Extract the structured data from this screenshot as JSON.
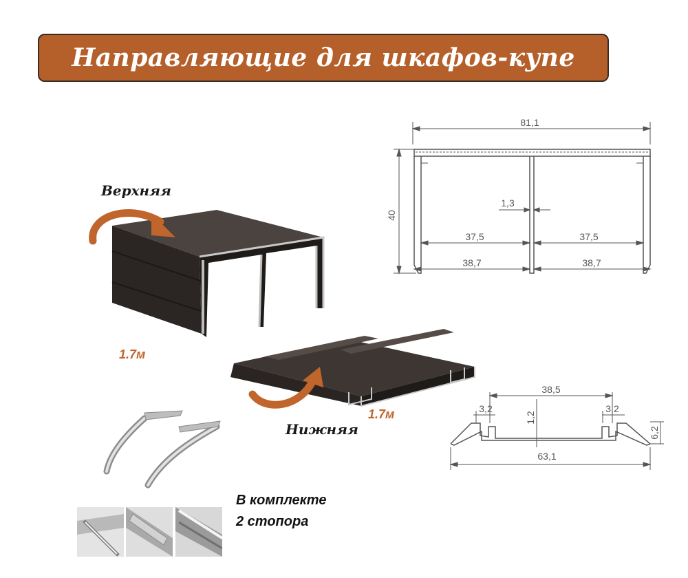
{
  "title": "Направляющие для шкафов-купе",
  "colors": {
    "banner": "#b5602b",
    "arrow": "#c0652c",
    "profile": "#2a2522"
  },
  "upper": {
    "label": "Верхняя",
    "length": "1.7м"
  },
  "lower": {
    "label": "Нижняя",
    "length": "1.7м"
  },
  "kit": {
    "line1": "В комплекте",
    "line2": "2 стопора"
  },
  "drawing_top": {
    "overall_width": "81,1",
    "height": "40",
    "wall": "1,3",
    "inner_left": "37,5",
    "inner_right": "37,5",
    "outer_left": "38,7",
    "outer_right": "38,7"
  },
  "drawing_bottom": {
    "channel_span": "38,5",
    "lip_left": "3,2",
    "lip_right": "3,2",
    "base": "1,2",
    "height": "6,2",
    "overall_width": "63,1"
  }
}
